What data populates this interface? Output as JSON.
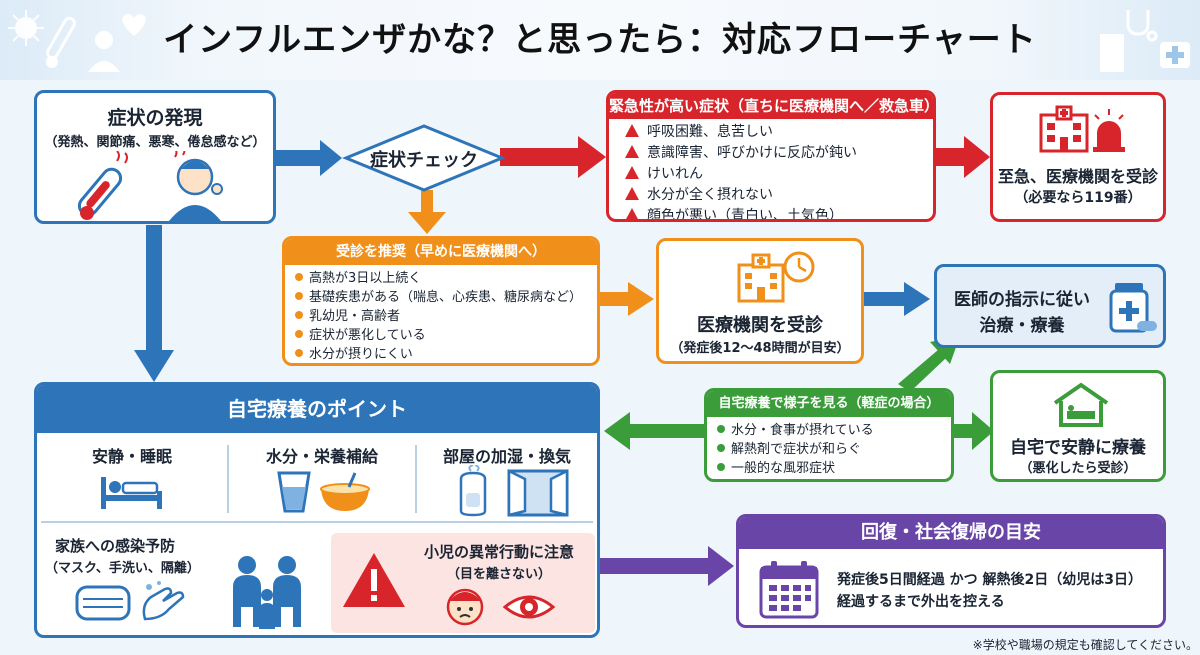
{
  "title": "インフルエンザかな？と思ったら：対応フローチャート",
  "onset": {
    "title": "症状の発現",
    "subtitle": "（発熱、関節痛、悪寒、倦怠感など）"
  },
  "check": {
    "label": "症状チェック"
  },
  "urgent": {
    "header": "緊急性が高い症状（直ちに医療機関へ／救急車）",
    "items": [
      "呼吸困難、息苦しい",
      "意識障害、呼びかけに反応が鈍い",
      "けいれん",
      "水分が全く摂れない",
      "顔色が悪い（青白い、土気色）"
    ]
  },
  "emergency": {
    "title": "至急、医療機関を受診",
    "subtitle": "（必要なら119番）"
  },
  "recommend": {
    "header": "受診を推奨（早めに医療機関へ）",
    "items": [
      "高熱が3日以上続く",
      "基礎疾患がある（喘息、心疾患、糖尿病など）",
      "乳幼児・高齢者",
      "症状が悪化している",
      "水分が摂りにくい"
    ]
  },
  "clinic": {
    "title": "医療機関を受診",
    "subtitle": "（発症後12〜48時間が目安）"
  },
  "doctor": {
    "line1": "医師の指示に従い",
    "line2": "治療・療養"
  },
  "mild": {
    "header": "自宅療養で様子を見る（軽症の場合）",
    "items": [
      "水分・食事が摂れている",
      "解熱剤で症状が和らぐ",
      "一般的な風邪症状"
    ]
  },
  "rest_home": {
    "title": "自宅で安静に療養",
    "subtitle": "（悪化したら受診）"
  },
  "home_care": {
    "header": "自宅療養のポイント",
    "rest": "安静・睡眠",
    "hydration": "水分・栄養補給",
    "room": "部屋の加湿・換気",
    "family_title": "家族への感染予防",
    "family_sub": "（マスク、手洗い、隔離）",
    "child_title": "小児の異常行動に注意",
    "child_sub": "（目を離さない）"
  },
  "recovery": {
    "header": "回復・社会復帰の目安",
    "line1": "発症後5日間経過 かつ 解熱後2日（幼児は3日）",
    "line2": "経過するまで外出を控える"
  },
  "footnote": "※学校や職場の規定も確認してください。",
  "colors": {
    "blue": "#2d74b8",
    "red": "#d8252b",
    "orange": "#f0901a",
    "green": "#3a9d3a",
    "purple": "#6a45a8"
  },
  "icons": [
    "virus-icon",
    "thermometer-icon",
    "heart-pulse-icon",
    "doctor-icon",
    "stethoscope-icon",
    "hospital-building-icon",
    "first-aid-kit-icon",
    "warning-icon",
    "sick-person-icon",
    "hospital-siren-icon",
    "clinic-clock-icon",
    "medicine-bottle-icon",
    "house-bed-icon",
    "bed-icon",
    "water-glass-icon",
    "food-bowl-icon",
    "humidifier-icon",
    "window-icon",
    "mask-icon",
    "handwash-icon",
    "family-icon",
    "child-face-icon",
    "eye-icon",
    "calendar-icon"
  ]
}
